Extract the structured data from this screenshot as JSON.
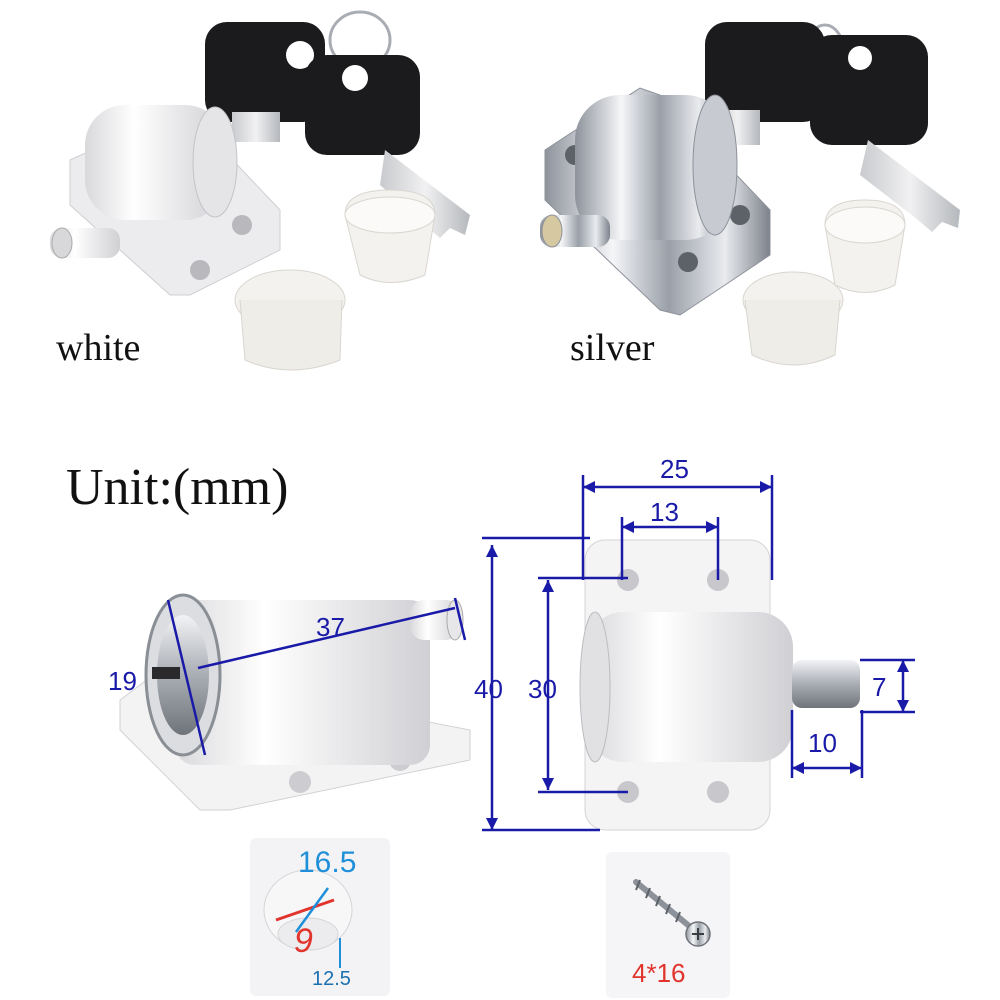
{
  "variants": {
    "white_label": "white",
    "silver_label": "silver"
  },
  "unit_label": "Unit:(mm)",
  "dimensions": {
    "length": "37",
    "diameter": "19",
    "height": "40",
    "hole_spacing_vertical": "30",
    "width": "25",
    "hole_spacing_horizontal": "13",
    "bolt_diameter": "7",
    "bolt_extension": "10"
  },
  "striker": {
    "outer_diameter": "16.5",
    "inner_diameter": "9",
    "height": "12.5"
  },
  "screw": {
    "size": "4*16"
  },
  "colors": {
    "dimension_line": "#1a1aa8",
    "white_finish": "#f4f4f4",
    "silver_finish": "#c9ccd2",
    "key_black": "#1b1b1d",
    "striker_blue": "#1e8fd8",
    "striker_red": "#e0342d"
  }
}
